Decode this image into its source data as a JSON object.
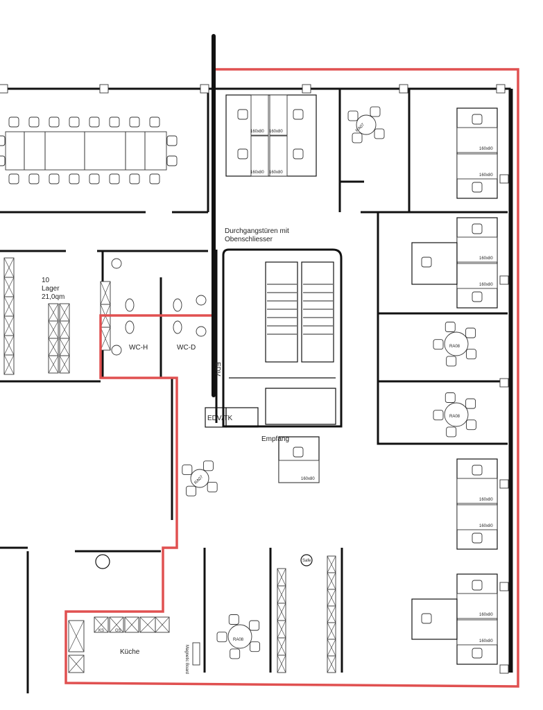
{
  "plan": {
    "transit_doors_line1": "Durchgangstüren  mit",
    "transit_doors_line2": "Obenschliesser",
    "storage_number": "10",
    "storage_name": "Lager",
    "storage_area": "21,0qm",
    "wc_men": "WC-H",
    "wc_women": "WC-D",
    "edv_vertical": "EDV",
    "edv_tk": "EDV/TK",
    "reception": "Empfang",
    "desk_size": "160x80",
    "meeting_table_a": "RA07",
    "meeting_table_b": "RA08",
    "kitchen": "Küche",
    "fridge": "KS",
    "dishwasher": "GS",
    "magnetic_board": "Magnetic Board",
    "safe": "Safe"
  },
  "colors": {
    "boundary": "#e05050",
    "walls": "#111111"
  }
}
